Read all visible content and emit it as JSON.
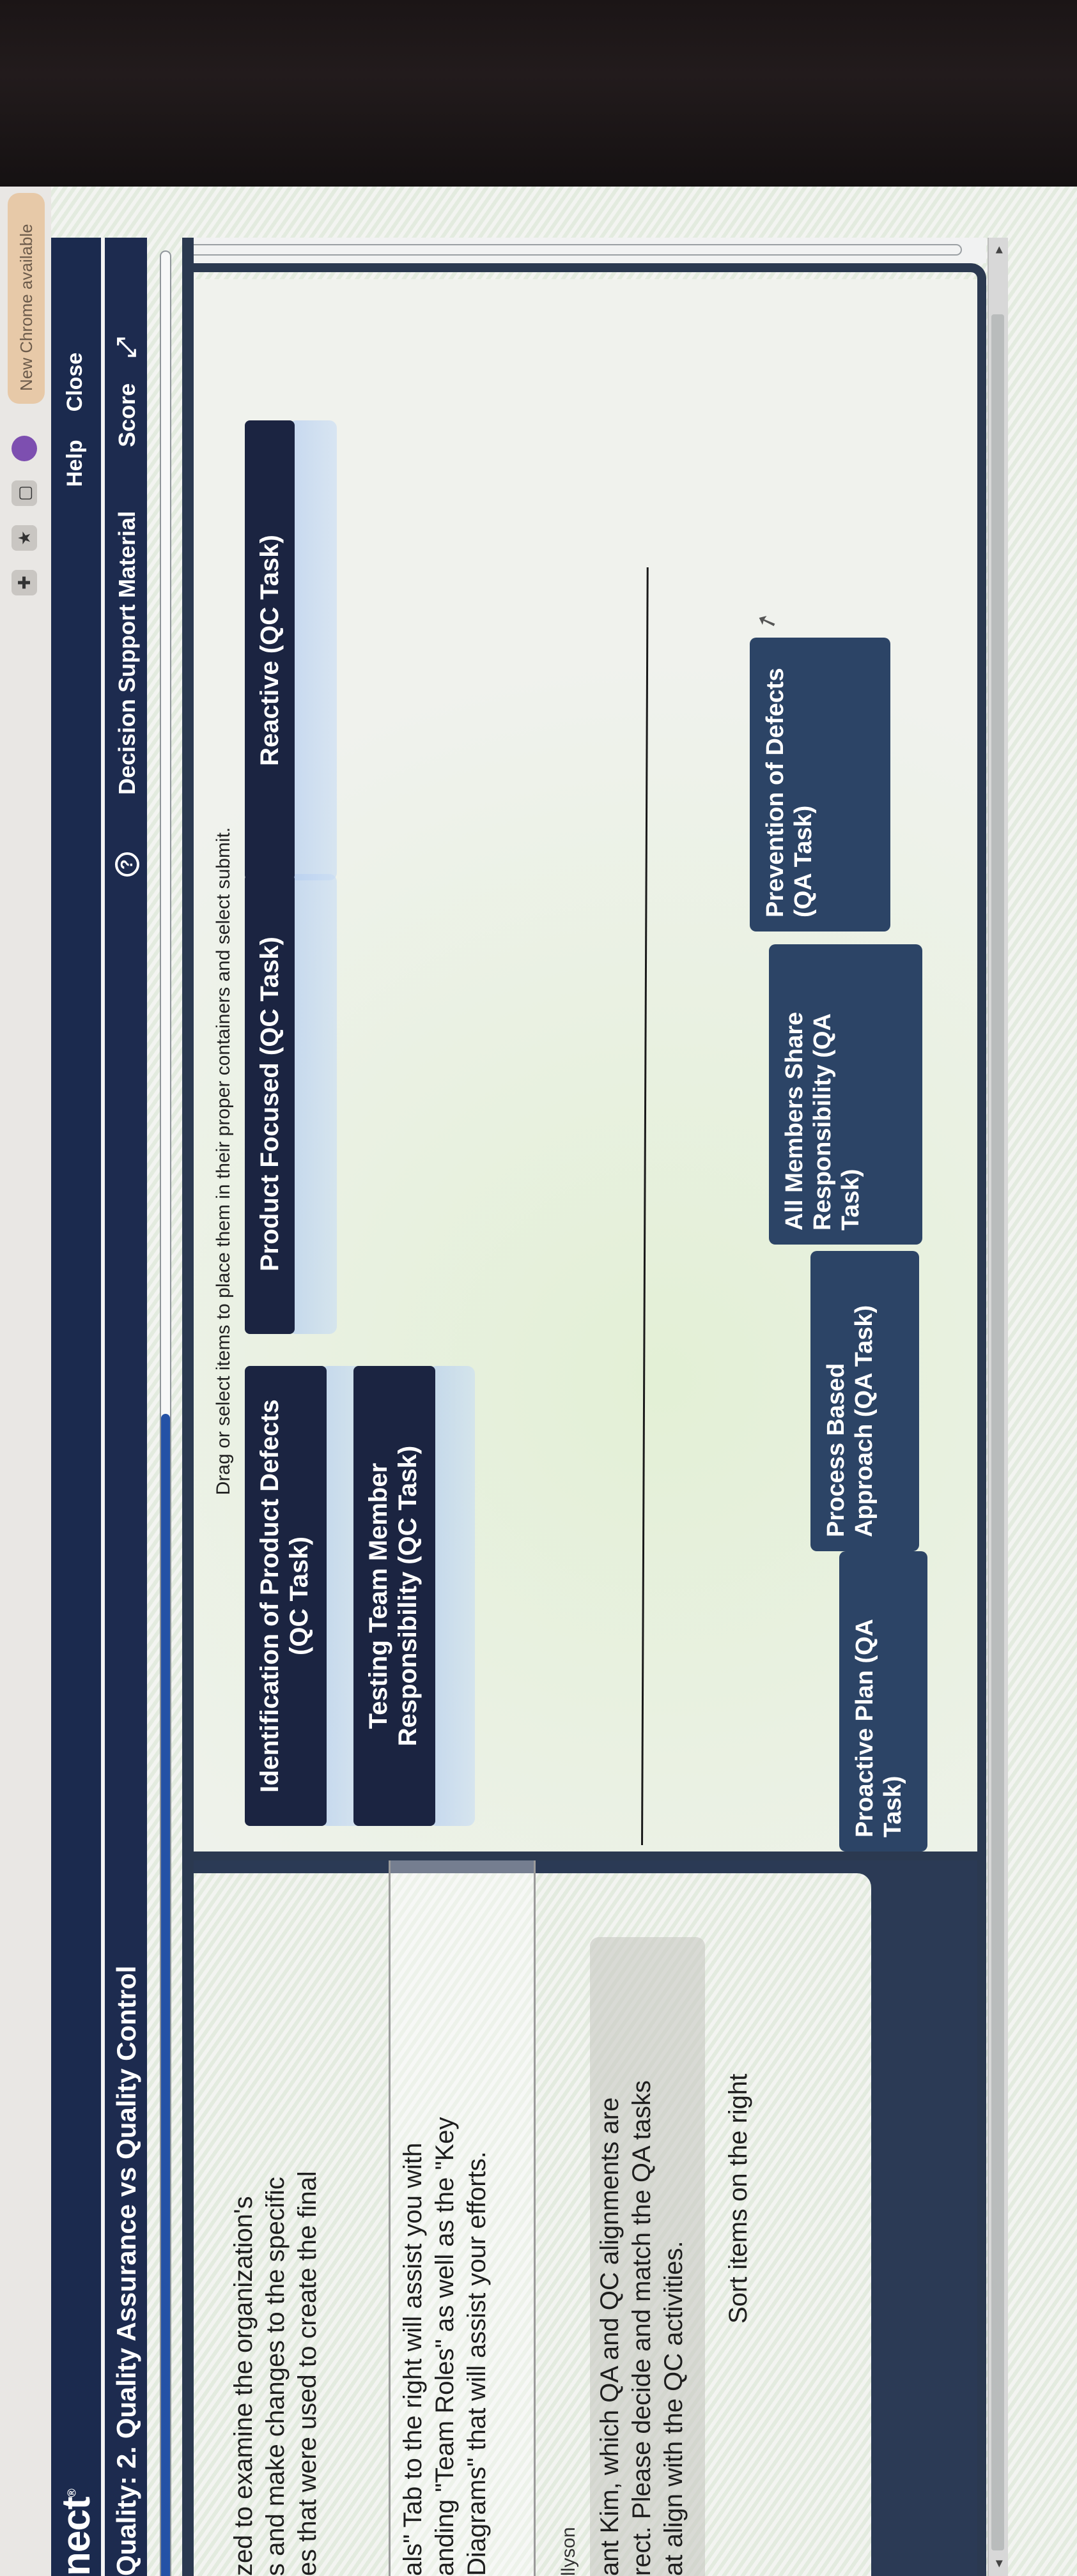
{
  "browser": {
    "notification_text": "New Chrome available",
    "extension_icons": [
      "puzzle-icon",
      "star-icon",
      "square-icon",
      "profile-icon"
    ]
  },
  "app": {
    "logo": "nect",
    "header_links": {
      "help": "Help",
      "close": "Close"
    }
  },
  "title_bar": {
    "title": "Quality: 2. Quality Assurance vs Quality Control",
    "help_icon": "?",
    "decision_support": "Decision Support Material",
    "score": "Score",
    "expand_icon": "⤢"
  },
  "progress": {
    "percent": 50,
    "fill_color": "#2452a6"
  },
  "scenario": {
    "card1_lines": [
      "zed to examine the organization's",
      "s and make changes to the specific",
      "es that were used to create the final"
    ],
    "card2_lines": [
      "als\" Tab to the right will assist you with",
      "anding \"Team Roles\" as well as the \"Key",
      "Diagrams\" that will assist your efforts."
    ],
    "speaker_label": "llyson",
    "card3_lines": [
      "ant Kim, which QA and QC alignments are",
      "rect. Please decide and match the QA tasks",
      "at align with the QC activities."
    ],
    "sort_hint": "Sort items on the right"
  },
  "sorting": {
    "instruction": "Drag or select items to place them in their proper containers and select submit.",
    "categories": [
      {
        "label": "Identification of Product Defects (QC Task)"
      },
      {
        "label": "Testing Team Member Responsibility (QC Task)"
      },
      {
        "label": "Product Focused (QC Task)"
      },
      {
        "label": "Reactive (QC Task)"
      }
    ],
    "items": [
      {
        "label": "Proactive Plan (QA Task)"
      },
      {
        "label": "Process Based Approach (QA Task)"
      },
      {
        "label": "All Members Share Responsibility (QA Task)"
      },
      {
        "label": "Prevention of Defects (QA Task)"
      }
    ]
  },
  "colors": {
    "navy": "#1b2a4e",
    "category_header": "#1b2441",
    "item_card": "#2c4466",
    "drop_zone": "#b4cdf0",
    "progress": "#2452a6"
  }
}
